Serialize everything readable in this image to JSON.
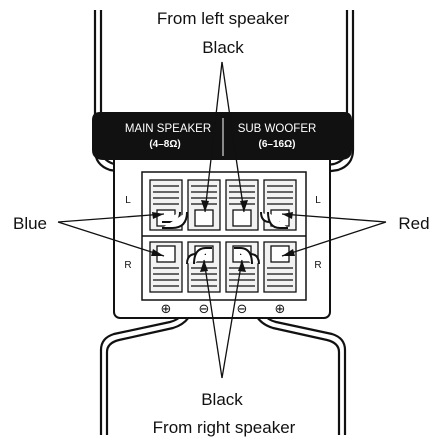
{
  "labels": {
    "top_source": "From left speaker",
    "top_wire": "Black",
    "bottom_wire": "Black",
    "bottom_source": "From right speaker",
    "left_wire": "Blue",
    "right_wire": "Red"
  },
  "panel": {
    "main_title": "MAIN SPEAKER",
    "main_impedance": "(4–8Ω)",
    "sub_title": "SUB WOOFER",
    "sub_impedance": "(6–16Ω)",
    "channel_top_left": "L",
    "channel_top_right": "L",
    "channel_bottom_left": "R",
    "channel_bottom_right": "R",
    "polarity": [
      "⊕",
      "⊖",
      "⊖",
      "⊕"
    ]
  },
  "colors": {
    "line": "#111111",
    "panel_fill": "#111111",
    "terminal_fill": "#f2f2f2",
    "wire_fill": "#ffffff"
  }
}
